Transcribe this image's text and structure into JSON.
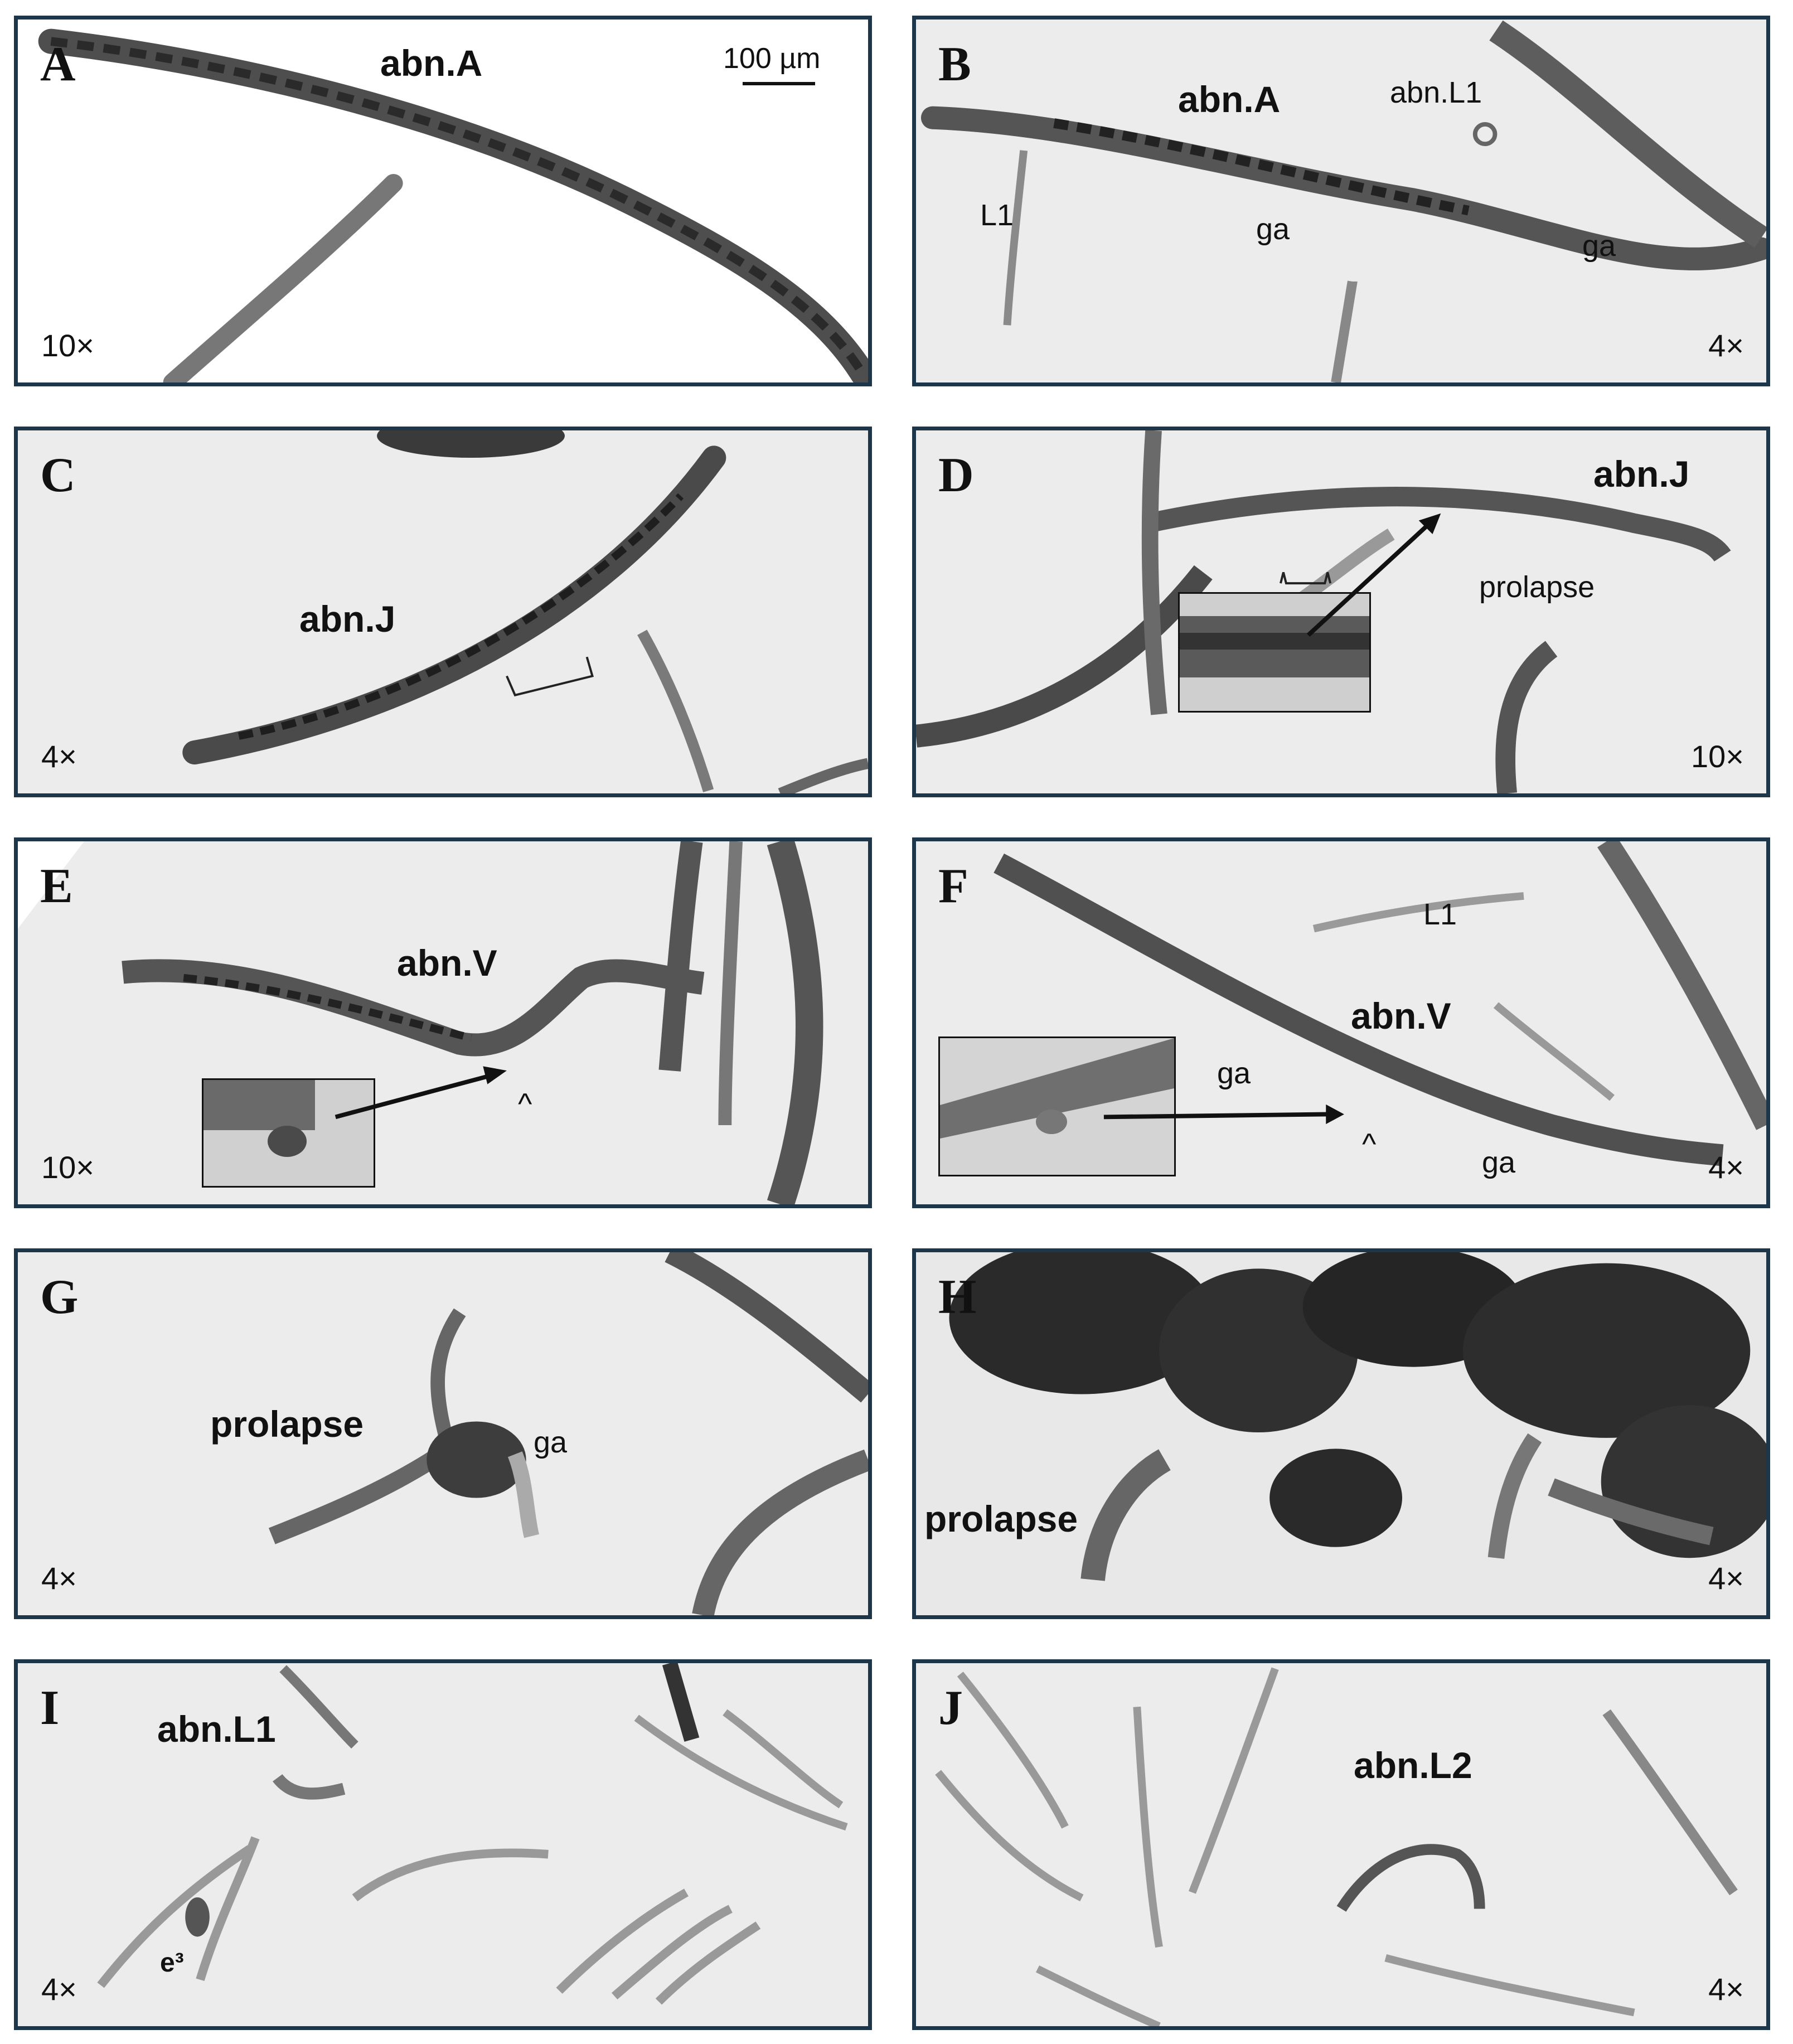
{
  "panels": {
    "A": {
      "letter": "A",
      "label": "abn.A",
      "mag": "10×",
      "scalebar": "100 µm"
    },
    "B": {
      "letter": "B",
      "label": "abn.A",
      "abn_l1": "abn.L1",
      "l1": "L1",
      "ga1": "ga",
      "ga2": "ga",
      "mag": "4×"
    },
    "C": {
      "letter": "C",
      "label": "abn.J",
      "mag": "4×"
    },
    "D": {
      "letter": "D",
      "label": "abn.J",
      "prolapse": "prolapse",
      "mag": "10×"
    },
    "E": {
      "letter": "E",
      "label": "abn.V",
      "caret": "^",
      "mag": "10×"
    },
    "F": {
      "letter": "F",
      "label": "abn.V",
      "l1": "L1",
      "ga1": "ga",
      "ga2": "ga",
      "caret": "^",
      "mag": "4×"
    },
    "G": {
      "letter": "G",
      "label": "prolapse",
      "ga": "ga",
      "mag": "4×"
    },
    "H": {
      "letter": "H",
      "label": "prolapse",
      "mag": "4×"
    },
    "I": {
      "letter": "I",
      "label": "abn.L1",
      "e3": "e³",
      "mag": "4×"
    },
    "J": {
      "letter": "J",
      "label": "abn.L2",
      "mag": "4×"
    }
  },
  "colors": {
    "border": "#1d3649",
    "background": "#ececec",
    "worm": "#5a5a5a"
  }
}
